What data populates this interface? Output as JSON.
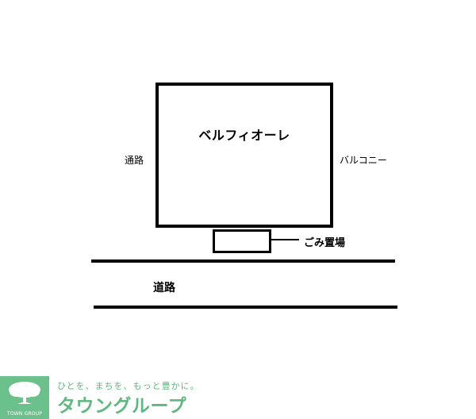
{
  "diagram": {
    "building_name": "ベルフィオーレ",
    "left_label": "通路",
    "right_label": "バルコニー",
    "garbage_label": "ごみ置場",
    "road_label": "道路"
  },
  "logo": {
    "small_text": "TOWN GROUP",
    "tagline": "ひとを、まちを、もっと豊かに。",
    "brand": "タウングループ",
    "color": "#6cc08c"
  }
}
